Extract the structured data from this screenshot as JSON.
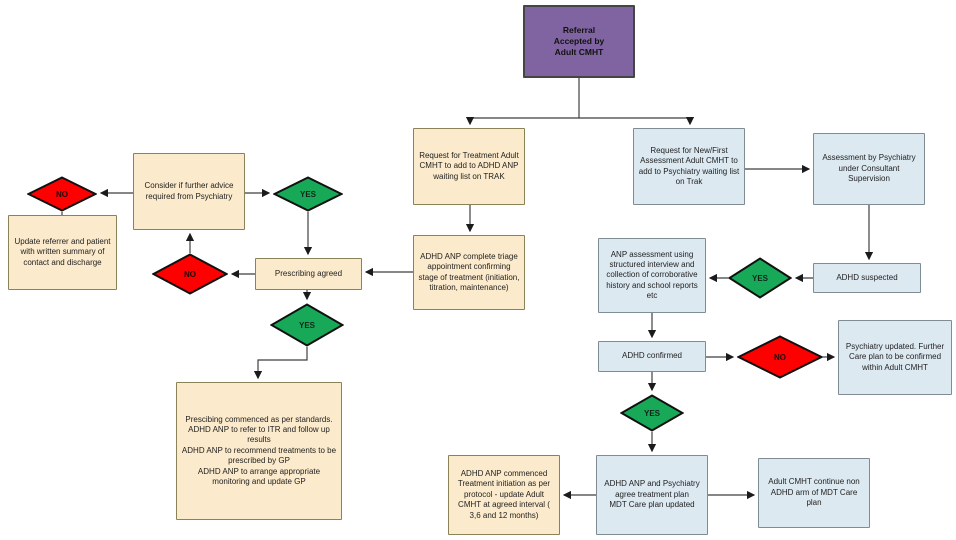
{
  "diagram": {
    "type": "flowchart",
    "title": "ADHD referral and treatment pathway (Adult CMHT)",
    "labels": {
      "yes": "YES",
      "no": "NO"
    },
    "colors": {
      "start_node": "#8064A2",
      "anp_pathway_node": "#FBEACB",
      "psychiatry_pathway_node": "#DCE9F1",
      "yes_decision": "#17A957",
      "no_decision": "#FE0000",
      "connector_line": "#3F3F3F"
    },
    "nodes": {
      "referral": {
        "label": "Referral\nAccepted by\nAdult CMHT"
      },
      "request_treatment": {
        "label": "Request for Treatment Adult CMHT to add to ADHD ANP waiting list on TRAK"
      },
      "request_assessment": {
        "label": "Request for New/First Assessment  Adult CMHT to add to Psychiatry waiting list on Trak"
      },
      "assessment_psychiatry": {
        "label": "Assessment by Psychiatry under Consultant Supervision"
      },
      "adhd_suspected": {
        "label": "ADHD suspected"
      },
      "anp_assessment": {
        "label": "ANP assessment using structured interview and collection of corroborative history and school reports etc"
      },
      "adhd_confirmed": {
        "label": "ADHD confirmed"
      },
      "psychiatry_updated": {
        "label": "Psychiatry updated.  Further Care plan to be confirmed within Adult CMHT"
      },
      "agree_plan": {
        "label": "ADHD ANP and Psychiatry agree treatment plan\nMDT Care plan updated"
      },
      "cmht_continue": {
        "label": "Adult CMHT continue non ADHD arm of MDT Care plan"
      },
      "anp_commenced": {
        "label": "ADHD ANP commenced Treatment initiation as per protocol - update Adult CMHT at agreed interval ( 3,6 and 12 months)"
      },
      "triage": {
        "label": "ADHD ANP complete triage appointment confirming stage of treatment (initiation, titration, maintenance)"
      },
      "prescribing_agreed": {
        "label": "Prescribing agreed"
      },
      "consider_advice": {
        "label": "Consider if further advice required from Psychiatry"
      },
      "update_referrer": {
        "label": "Update referrer and patient with written summary of contact and discharge"
      },
      "prescribing_commenced": {
        "label": "Prescibing commenced  as per standards.\nADHD ANP to refer to ITR and follow up results\nADHD ANP to recommend treatments to be prescribed by GP\nADHD ANP to arrange  appropriate monitoring and update GP"
      }
    }
  }
}
